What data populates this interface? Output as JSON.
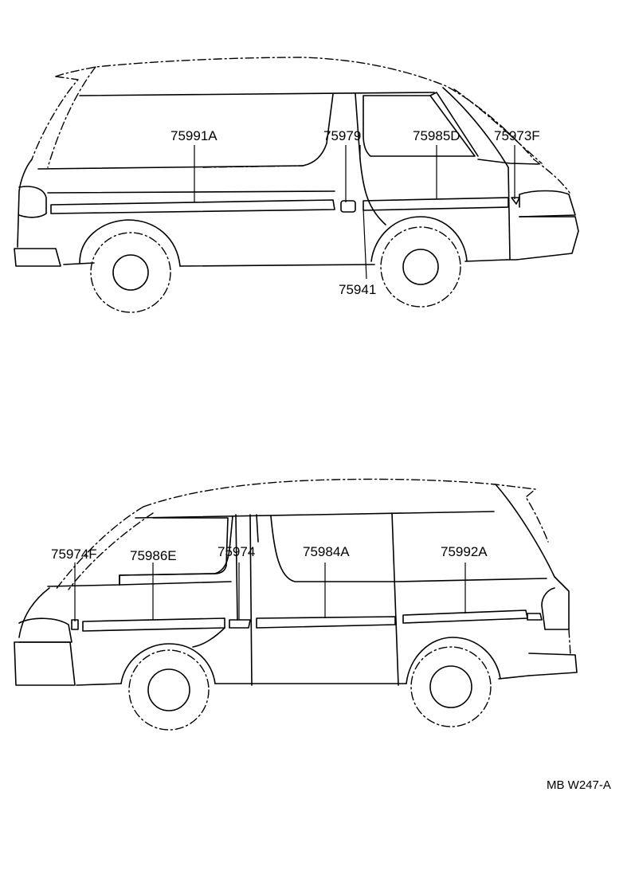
{
  "diagram": {
    "ref_code": "MB W247-A",
    "views": [
      {
        "name": "left-side-view",
        "labels": [
          "75991A",
          "75979",
          "75985D",
          "75973F",
          "75941"
        ]
      },
      {
        "name": "right-side-view",
        "labels": [
          "75974F",
          "75986E",
          "75974",
          "75984A",
          "75992A"
        ]
      }
    ]
  }
}
